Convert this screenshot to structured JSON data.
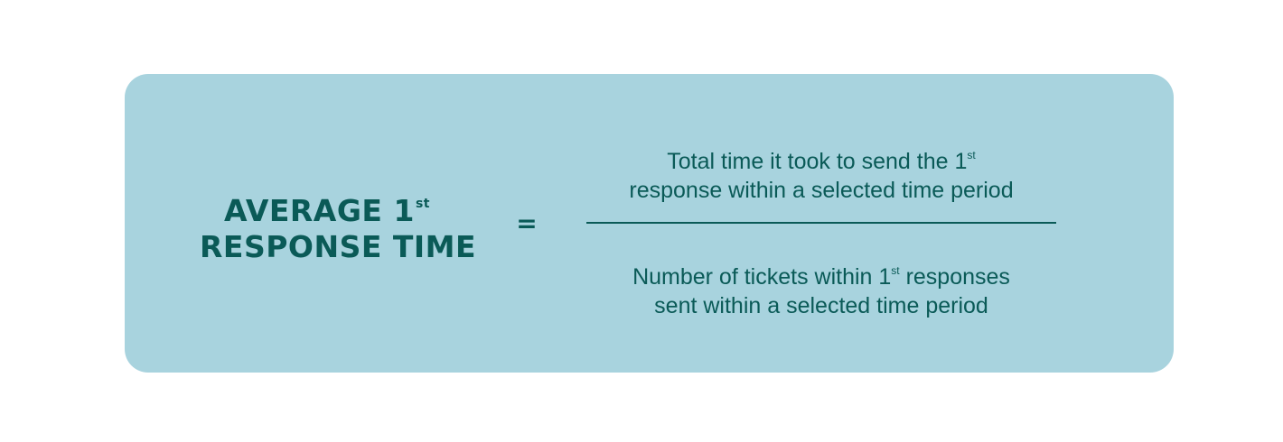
{
  "colors": {
    "page_background": "#ffffff",
    "card_background": "#a8d3de",
    "text": "#0a5a57"
  },
  "formula": {
    "lhs": {
      "line1_text": "AVERAGE 1",
      "line1_superscript": "st",
      "line2_text": "RESPONSE TIME"
    },
    "operator": "=",
    "numerator": {
      "line1_text": "Total time it took to send the 1",
      "line1_superscript": "st",
      "line2_text": "response within a selected time period"
    },
    "denominator": {
      "line1_text_before": "Number of tickets within 1",
      "line1_superscript": "st",
      "line1_text_after": " responses",
      "line2_text": "sent within a selected time period"
    }
  }
}
